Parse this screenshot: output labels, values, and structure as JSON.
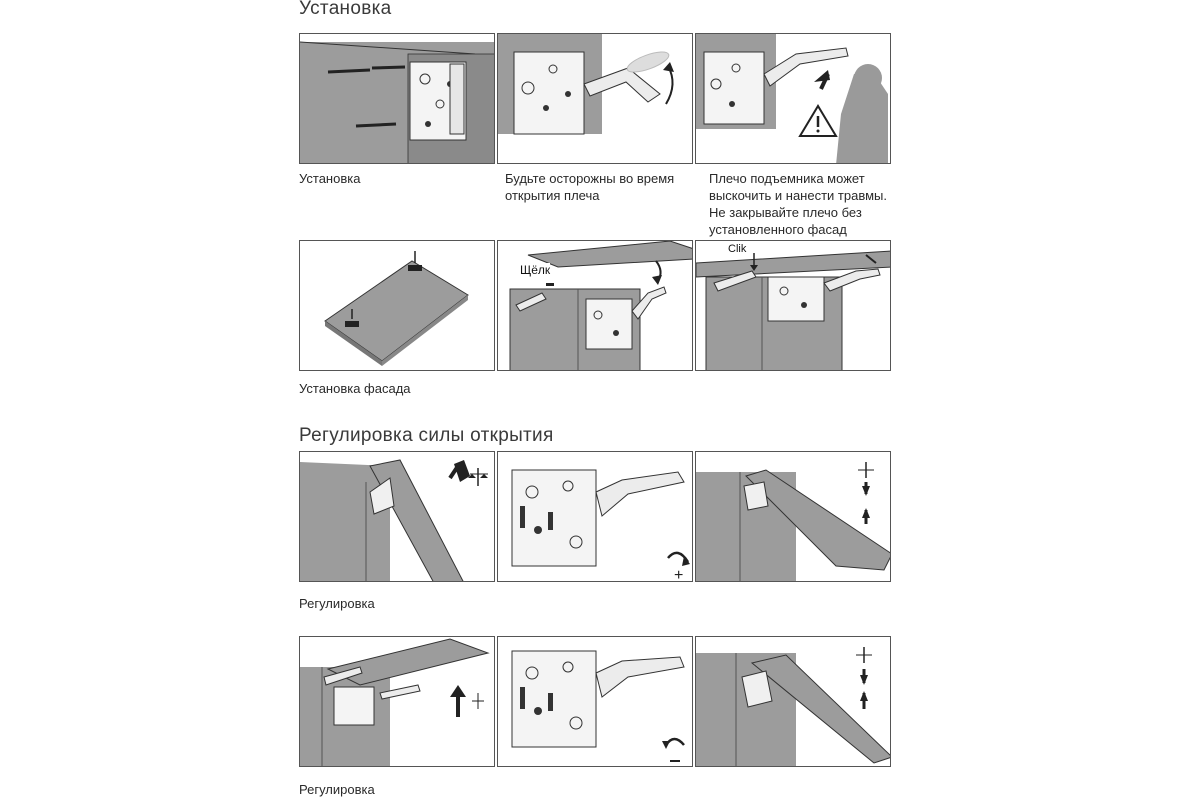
{
  "sections": {
    "install_title": "Установка",
    "adjust_title": "Регулировка силы открытия"
  },
  "captions": {
    "install": "Установка",
    "careful_line1": "Будьте осторожны во время",
    "careful_line2": "открытия плеча",
    "warn_line1": "Плечо подъемника может",
    "warn_line2": "выскочить и нанести травмы.",
    "warn_line3": "Не закрывайте плечо без",
    "warn_line4": "установленного фасад",
    "facade": "Установка фасада",
    "adjust1": "Регулировка",
    "adjust2": "Регулировка"
  },
  "labels": {
    "click_ru": "Щёлк",
    "click_en": "Clik"
  },
  "colors": {
    "cabinet": "#9c9c9c",
    "cabinet_dark": "#8a8a8a",
    "line": "#333333"
  },
  "icons": [
    "warning-icon",
    "arrow-up-icon",
    "scale-icon",
    "rotate-plus-icon",
    "rotate-minus-icon"
  ]
}
